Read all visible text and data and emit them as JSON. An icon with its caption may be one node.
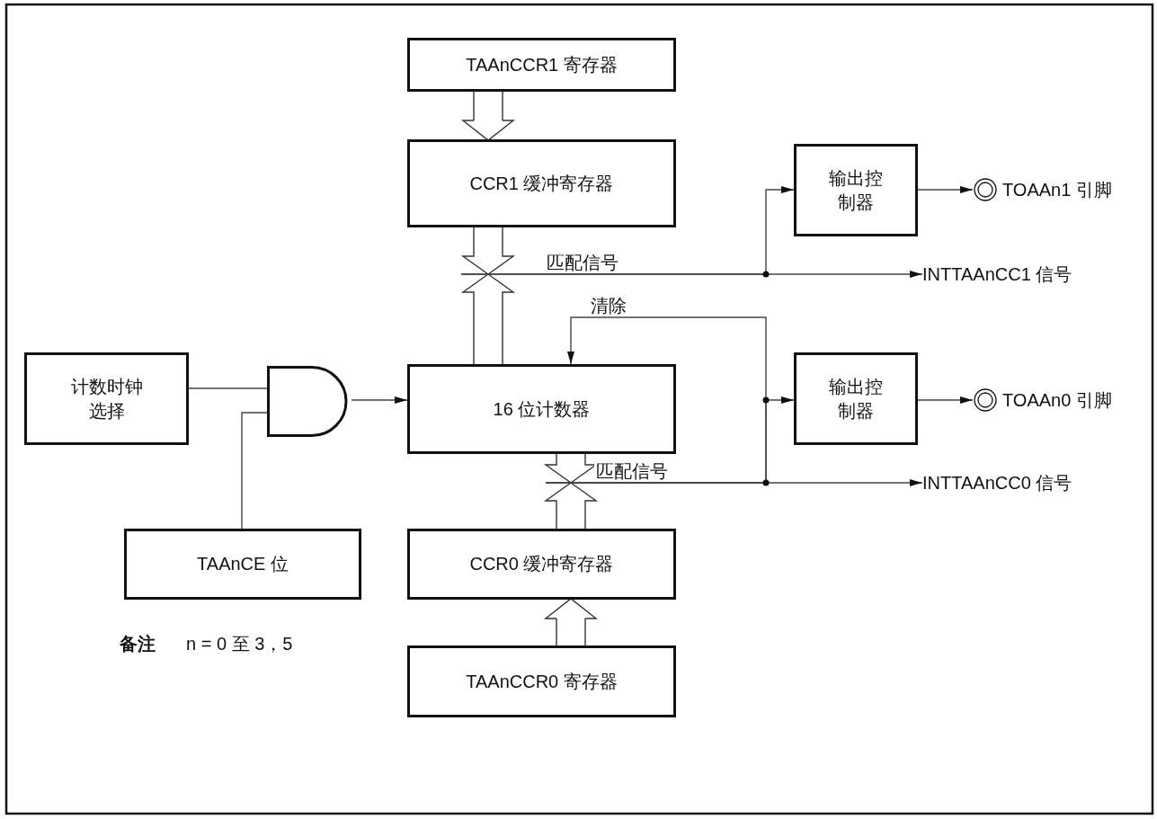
{
  "diagram": {
    "nodes": [
      {
        "text": [
          "TAAnCCR1 寄存器"
        ]
      },
      {
        "text": [
          "CCR1 缓冲寄存器"
        ]
      },
      {
        "text": [
          "输出控制器"
        ]
      },
      {
        "text": [
          "TOAAn1 引脚"
        ]
      },
      {
        "text": [
          "INTTAAnCC1 信号"
        ]
      },
      {
        "text": [
          "计数时钟选择"
        ]
      },
      {
        "text": [],
        "shape": "gate"
      },
      {
        "text": [
          "16 位计数器"
        ]
      },
      {
        "text": [
          "输出控制器"
        ]
      },
      {
        "text": [
          "TOAAn0 引脚"
        ]
      },
      {
        "text": [
          "INTTAAnCC0 信号"
        ]
      },
      {
        "text": [
          "TAAnCE 位"
        ]
      },
      {
        "text": [
          "CCR0 缓冲寄存器"
        ]
      },
      {
        "text": [
          "TAAnCCR0 寄存器"
        ]
      }
    ],
    "edges": [
      {
        "from": 0,
        "to": 1,
        "arrow": "to"
      },
      {
        "from": 1,
        "to": 7,
        "arrow": "none"
      },
      {
        "from": null,
        "to": 2,
        "arrow": "to"
      },
      {
        "from": null,
        "to": 4,
        "arrow": "to",
        "label": "匹配信号"
      },
      {
        "from": 2,
        "to": 3,
        "arrow": "to"
      },
      {
        "from": null,
        "to": 7,
        "arrow": "to",
        "label": "清除"
      },
      {
        "from": null,
        "to": 8,
        "arrow": "to"
      },
      {
        "from": null,
        "to": 10,
        "arrow": "to",
        "label": "匹配信号"
      },
      {
        "from": 8,
        "to": 9,
        "arrow": "to"
      },
      {
        "from": 5,
        "to": 6,
        "arrow": "none"
      },
      {
        "from": 11,
        "to": 6,
        "arrow": "none"
      },
      {
        "from": 6,
        "to": 7,
        "arrow": "to"
      },
      {
        "from": 12,
        "to": 7,
        "arrow": "none"
      },
      {
        "from": 13,
        "to": 12,
        "arrow": "to"
      }
    ],
    "labels": [
      "备注",
      "n = 0 至 3，5"
    ]
  }
}
